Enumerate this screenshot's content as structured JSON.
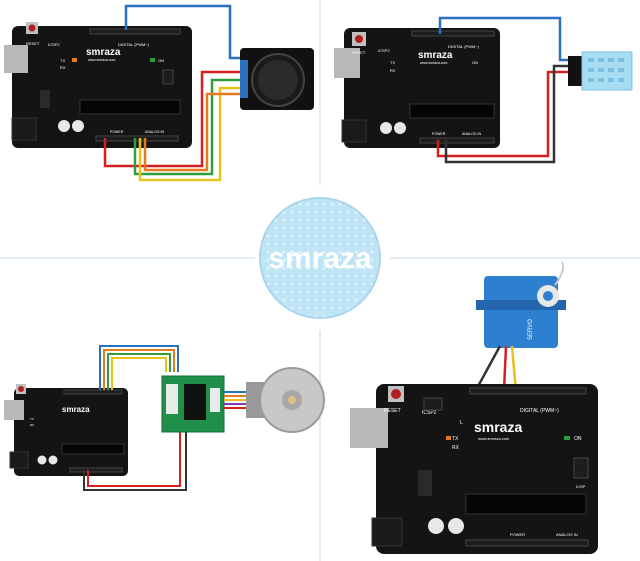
{
  "brand": {
    "center_logo": "smraza",
    "board_logo": "smraza",
    "board_url": "www.smraza.com"
  },
  "board_labels": {
    "reset": "RESET",
    "icsp2": "ICSP2",
    "digital": "DIGITAL (PWM~)",
    "tx": "TX",
    "rx": "RX",
    "l": "L",
    "on": "ON",
    "icsp": "ICSP",
    "power": "POWER",
    "analog": "ANALOG IN"
  },
  "servo_label": "SERVO",
  "colors": {
    "board": "#141414",
    "wire_blue": "#2a6fc0",
    "wire_red": "#d42020",
    "wire_yellow": "#e8c21a",
    "wire_green": "#2f9e3a",
    "wire_orange": "#e87a1e",
    "wire_purple": "#7a3fb0",
    "center_circle": "#bfe4f5",
    "sensor_blue": "#a8dcf3",
    "driver_green": "#1f8f4a",
    "servo_blue": "#2d7fd0"
  }
}
